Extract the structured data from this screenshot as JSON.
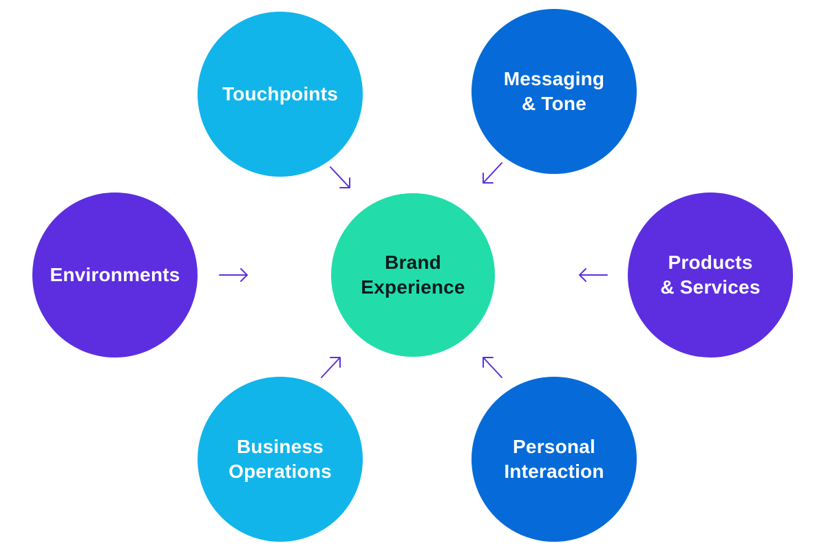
{
  "colors": {
    "light_blue": "#11B5EA",
    "mid_blue": "#066BD8",
    "purple": "#5C2EE0",
    "green": "#22DDAA",
    "arrow": "#5C2EE0",
    "background": "#FFFFFF"
  },
  "center": {
    "label": "Brand\nExperience",
    "color": "#22DDAA"
  },
  "nodes": {
    "touchpoints": {
      "label": "Touchpoints",
      "color": "#11B5EA"
    },
    "messaging": {
      "label": "Messaging\n& Tone",
      "color": "#066BD8"
    },
    "environments": {
      "label": "Environments",
      "color": "#5C2EE0"
    },
    "products": {
      "label": "Products\n& Services",
      "color": "#5C2EE0"
    },
    "business": {
      "label": "Business\nOperations",
      "color": "#11B5EA"
    },
    "personal": {
      "label": "Personal\nInteraction",
      "color": "#066BD8"
    }
  },
  "arrows": [
    {
      "from": "touchpoints",
      "to": "center",
      "icon": "arrow-down-right-icon"
    },
    {
      "from": "messaging",
      "to": "center",
      "icon": "arrow-down-left-icon"
    },
    {
      "from": "environments",
      "to": "center",
      "icon": "arrow-right-icon"
    },
    {
      "from": "products",
      "to": "center",
      "icon": "arrow-left-icon"
    },
    {
      "from": "business",
      "to": "center",
      "icon": "arrow-up-right-icon"
    },
    {
      "from": "personal",
      "to": "center",
      "icon": "arrow-up-left-icon"
    }
  ]
}
